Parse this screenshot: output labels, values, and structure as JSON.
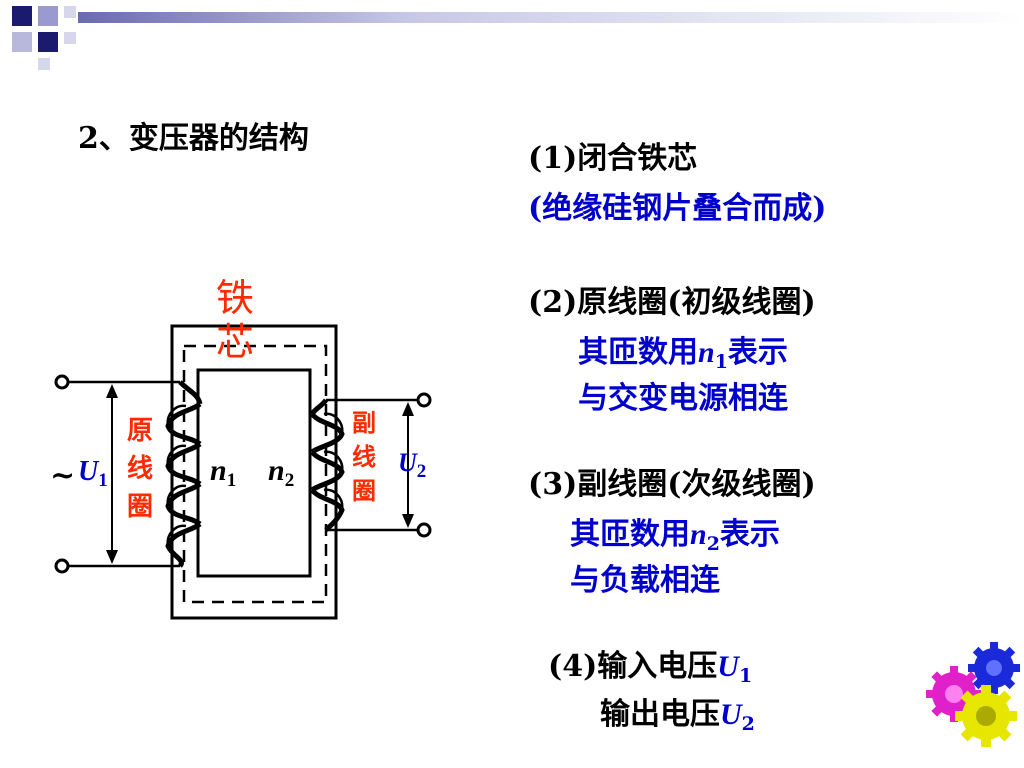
{
  "slide": {
    "title": "2、变压器的结构",
    "core_label": [
      "铁",
      "芯"
    ],
    "primary_label": [
      "原",
      "线",
      "圈"
    ],
    "secondary_label": [
      "副",
      "线",
      "圈"
    ],
    "ac_symbol": "~",
    "u1": {
      "letter": "U",
      "sub": "1"
    },
    "u2": {
      "letter": "U",
      "sub": "2"
    },
    "n1": {
      "letter": "n",
      "sub": "1"
    },
    "n2": {
      "letter": "n",
      "sub": "2"
    }
  },
  "items": {
    "item1_line1": "(1)闭合铁芯",
    "item1_line2": "(绝缘硅钢片叠合而成)",
    "item2_line1": "(2)原线圈(初级线圈)",
    "item2_line2_pre": "其匝数用",
    "item2_line2_var": "n",
    "item2_line2_sub": "1",
    "item2_line2_post": "表示",
    "item2_line3": "与交变电源相连",
    "item3_line1": "(3)副线圈(次级线圈)",
    "item3_line2_pre": "其匝数用",
    "item3_line2_var": "n",
    "item3_line2_sub": "2",
    "item3_line2_post": "表示",
    "item3_line3": "与负载相连",
    "item4_line1_pre": "(4)输入电压",
    "item4_line1_var": "U",
    "item4_line1_sub": "1",
    "item4_line2_pre": "输出电压",
    "item4_line2_var": "U",
    "item4_line2_sub": "2"
  },
  "colors": {
    "blue_text": "#0000cc",
    "red_label": "#ff2a00",
    "deco_navy": "#1a1a6e",
    "gear_yellow": "#e6e600",
    "gear_magenta": "#e020c8",
    "gear_blue": "#1a2ad8"
  },
  "icons": [
    "corner-squares-decoration",
    "gears-icon"
  ]
}
